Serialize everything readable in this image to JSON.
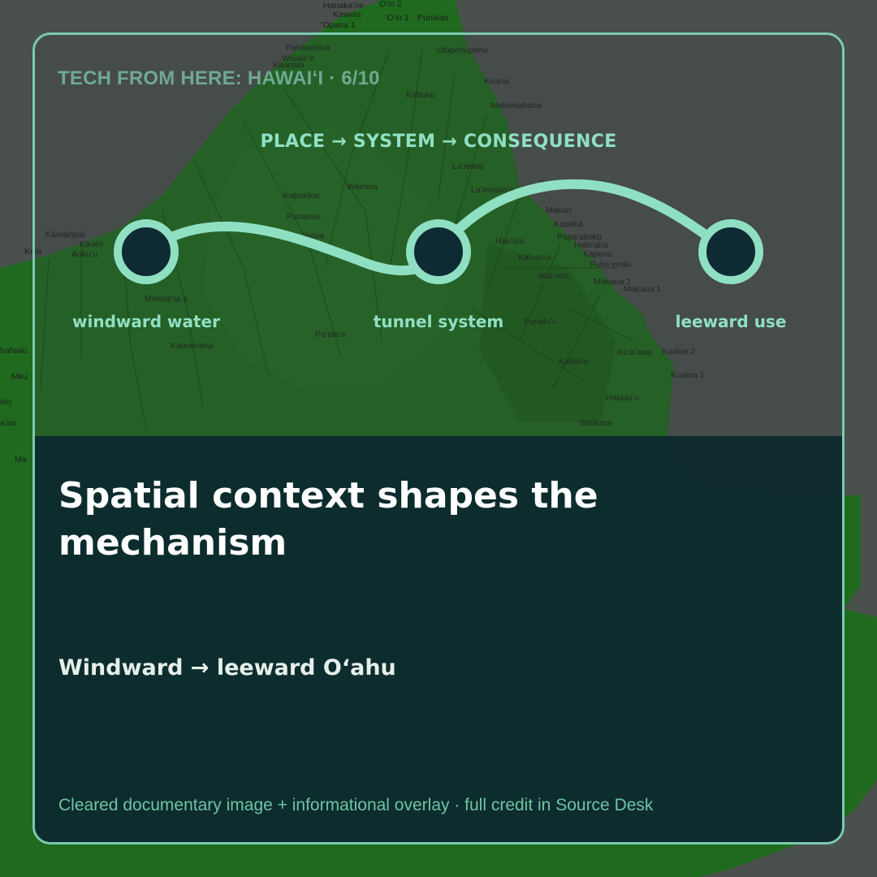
{
  "kicker": "TECH FROM HERE: HAWAIʻI · 6/10",
  "flow": {
    "title": "PLACE → SYSTEM → CONSEQUENCE",
    "nodes": [
      {
        "label": "windward water"
      },
      {
        "label": "tunnel system"
      },
      {
        "label": "leeward use"
      }
    ]
  },
  "headline": "Spatial context shapes the mechanism",
  "subhead": "Windward → leeward Oʻahu",
  "credit": "Cleared documentary image + informational overlay · full credit in Source Desk",
  "map_labels": [
    "Hanakaʻoe",
    "ʻOʻio 2",
    "Kawela",
    "ʻOʻio 1",
    "Punalau",
    "ʻOpana 1",
    "Pahipahilua",
    "Waialeʻe",
    "Kaunala",
    "Ulupehupehu",
    "Kahuku",
    "Keana",
    "Malaekahana",
    "Laʻiewai",
    "Laʻiemaloʻo",
    "Kaipapaʻu",
    "Waimea",
    "Kapaeloa",
    "Punanue",
    "Kuikuiloloa",
    "Makao",
    "Kapaka",
    "Hauʻula",
    "Papaʻakoko",
    "Haleʻaha",
    "Kaluanui",
    "Kapano",
    "Puheʻemiki",
    "Waiʻono",
    "Makaua 2",
    "Makaua 1",
    "Kawaihpai",
    "Kikahi",
    "Aukuʻu",
    "Keia",
    "Mokuleʻia 1",
    "Paʻalaʻa",
    "Punaluʻu",
    "Kamananui",
    "Kaʻaʻawa",
    "Kualoa 2",
    "Kualoa 1",
    "Kahana",
    "Hakipuʻu",
    "Waikane",
    "hahaiki",
    "Mku",
    "olo",
    "aʻau",
    "Ma"
  ],
  "colors": {
    "accent": "#8fe0c3",
    "border": "#7cc9b0",
    "panel": "#0c2a2e",
    "node_fill": "#0e2a32",
    "land": "#1f6a1f",
    "background": "#4a504c"
  }
}
